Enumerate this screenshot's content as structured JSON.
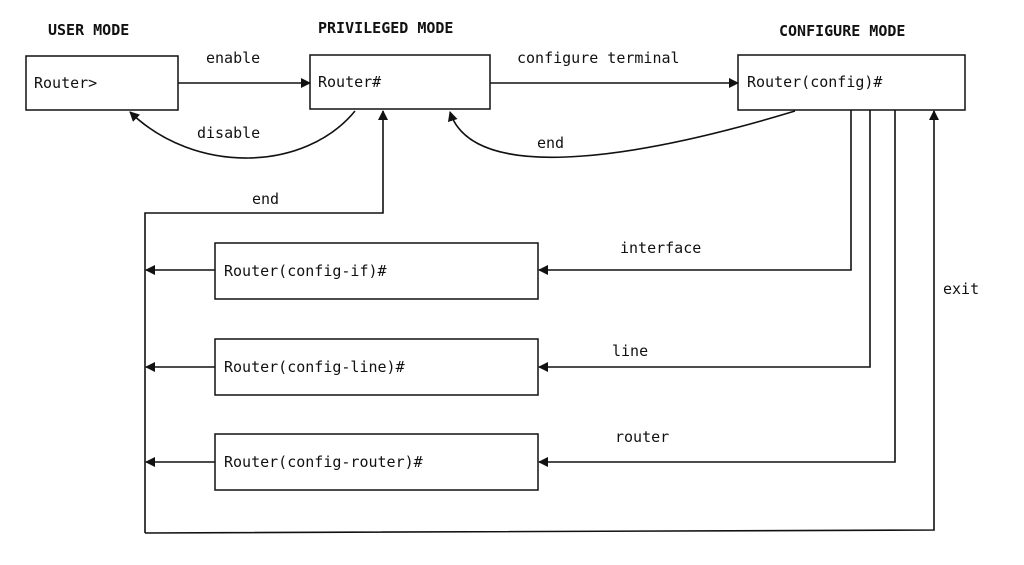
{
  "headings": {
    "user_mode": "USER MODE",
    "privileged_mode": "PRIVILEGED MODE",
    "configure_mode": "CONFIGURE MODE"
  },
  "nodes": {
    "user": "Router>",
    "privileged": "Router#",
    "config": "Router(config)#",
    "config_if": "Router(config-if)#",
    "config_line": "Router(config-line)#",
    "config_router": "Router(config-router)#"
  },
  "edges": {
    "enable": "enable",
    "disable": "disable",
    "configure_terminal": "configure terminal",
    "end_config": "end",
    "end_sub": "end",
    "interface": "interface",
    "line": "line",
    "router": "router",
    "exit": "exit"
  },
  "colors": {
    "ink": "#111111",
    "background": "#ffffff"
  }
}
